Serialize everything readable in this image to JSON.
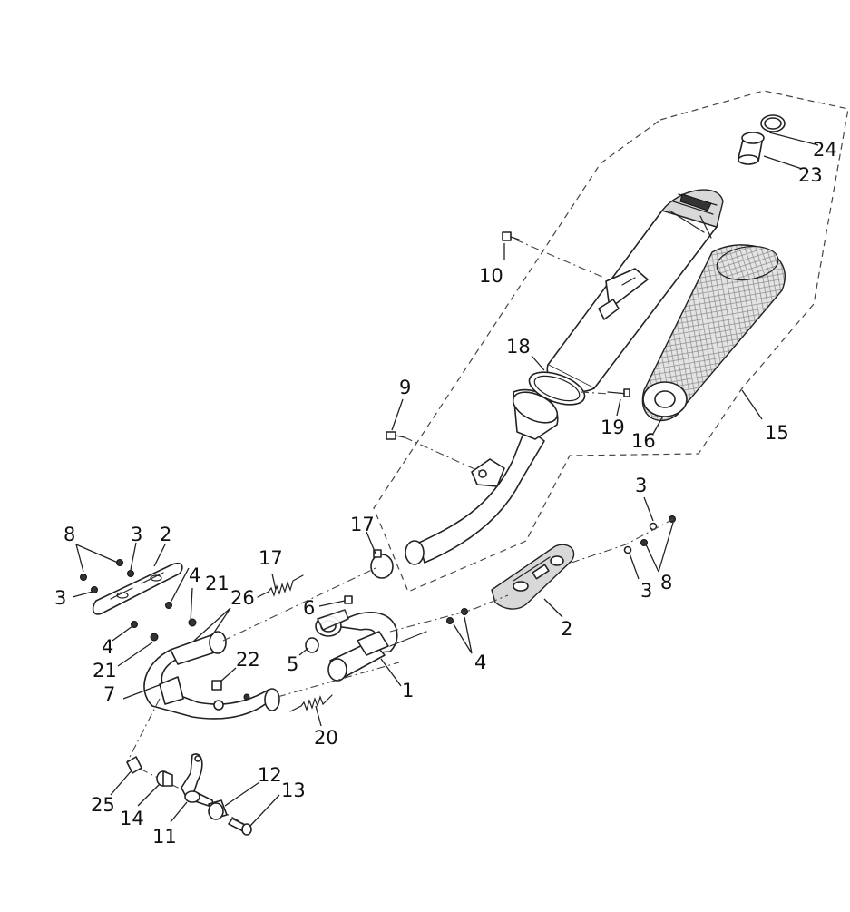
{
  "labels": {
    "p1": "1",
    "p2a": "2",
    "p2b": "2",
    "p3a": "3",
    "p3b": "3",
    "p3c": "3",
    "p3d": "3",
    "p4a": "4",
    "p4b": "4",
    "p4c": "4",
    "p5": "5",
    "p6": "6",
    "p7": "7",
    "p8a": "8",
    "p8b": "8",
    "p9": "9",
    "p10": "10",
    "p11": "11",
    "p12": "12",
    "p13": "13",
    "p14": "14",
    "p15": "15",
    "p16": "16",
    "p17a": "17",
    "p17b": "17",
    "p18": "18",
    "p19": "19",
    "p20": "20",
    "p21a": "21",
    "p21b": "21",
    "p22": "22",
    "p23": "23",
    "p24": "24",
    "p25": "25",
    "p26": "26"
  }
}
